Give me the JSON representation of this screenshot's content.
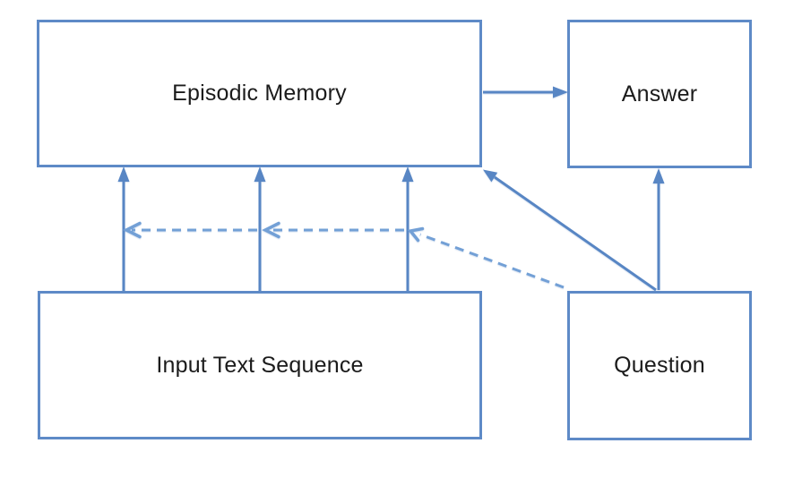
{
  "diagram": {
    "background": "#ffffff",
    "colors": {
      "box_border": "#5E8AC7",
      "solid_arrow": "#5886C4",
      "dashed_arrow": "#73A0D6",
      "text": "#1b1b1b"
    },
    "boxes": [
      {
        "id": "episodic-memory",
        "label": "Episodic Memory"
      },
      {
        "id": "answer",
        "label": "Answer"
      },
      {
        "id": "input-text-sequence",
        "label": "Input Text Sequence"
      },
      {
        "id": "question",
        "label": "Question"
      }
    ],
    "edges": [
      {
        "from": "input-text-sequence",
        "to": "episodic-memory",
        "style": "solid",
        "note": "three parallel upward arrows"
      },
      {
        "from": "episodic-memory",
        "to": "answer",
        "style": "solid"
      },
      {
        "from": "question",
        "to": "answer",
        "style": "solid"
      },
      {
        "from": "question",
        "to": "episodic-memory",
        "style": "solid"
      },
      {
        "from": "question",
        "to": "input-arrow-3",
        "style": "dashed"
      },
      {
        "from": "input-arrow-3",
        "to": "input-arrow-2",
        "style": "dashed"
      },
      {
        "from": "input-arrow-2",
        "to": "input-arrow-1",
        "style": "dashed"
      }
    ]
  }
}
